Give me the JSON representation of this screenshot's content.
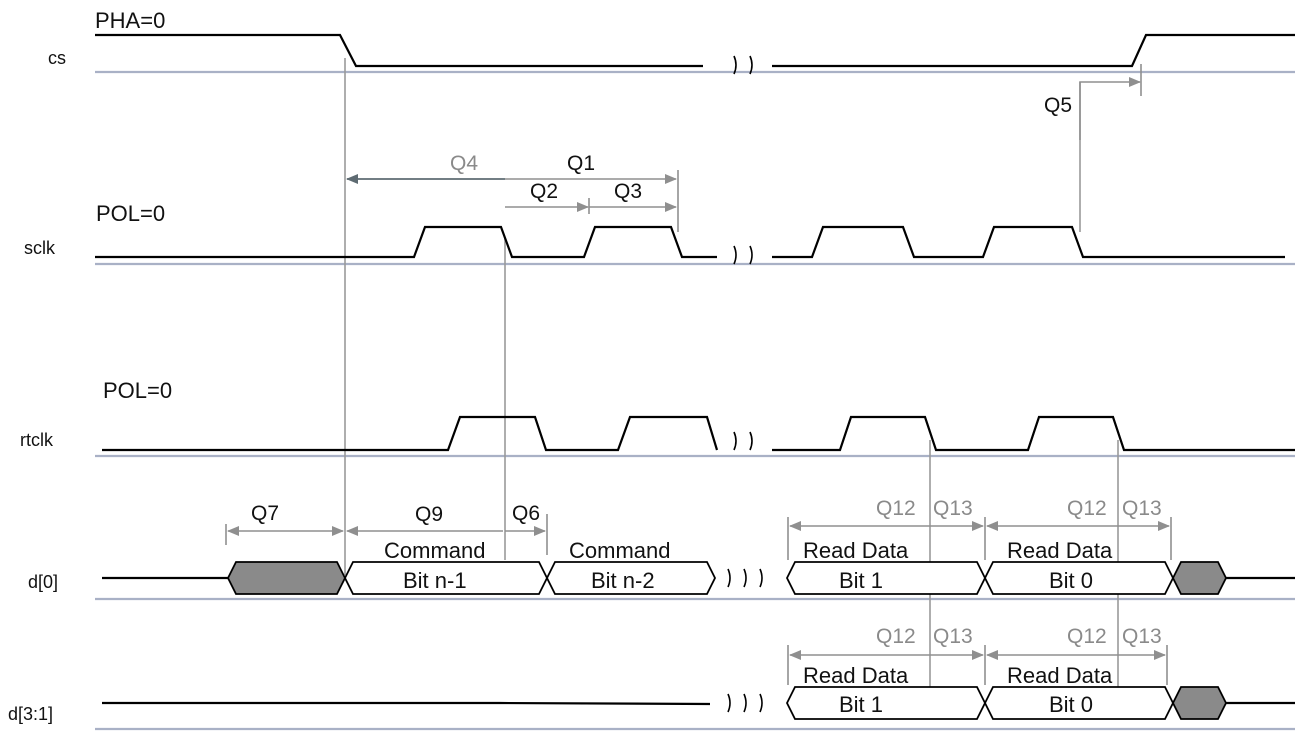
{
  "signals": {
    "cs": "cs",
    "sclk": "sclk",
    "rtclk": "rtclk",
    "d0": "d[0]",
    "d31": "d[3:1]"
  },
  "modes": {
    "pha": "PHA=0",
    "pol_sclk": "POL=0",
    "pol_rtclk": "POL=0"
  },
  "timing": {
    "q1": "Q1",
    "q2": "Q2",
    "q3": "Q3",
    "q4": "Q4",
    "q5": "Q5",
    "q6": "Q6",
    "q7": "Q7",
    "q9": "Q9",
    "q12": "Q12",
    "q13": "Q13"
  },
  "fields": {
    "cmd1_top": "Command",
    "cmd1_bot": "Bit n-1",
    "cmd2_top": "Command",
    "cmd2_bot": "Bit n-2",
    "rd_top": "Read Data",
    "rd_bit1": "Bit 1",
    "rd_bit0": "Bit 0"
  },
  "colors": {
    "signal": "#000000",
    "baseline": "#a9b1c6",
    "annotation": "#8a8a8a",
    "bus_fill_invalid": "#8a8a8a"
  }
}
